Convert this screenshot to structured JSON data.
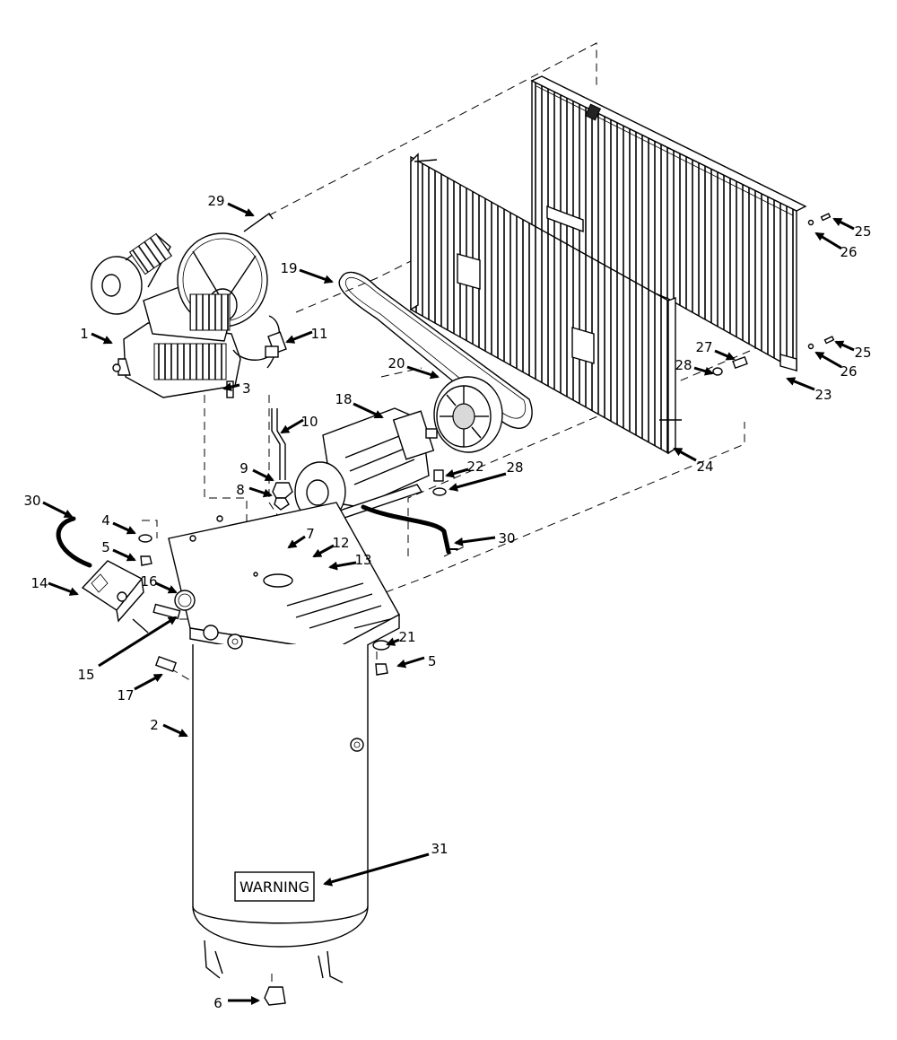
{
  "diagram": {
    "warning_label": "WARNING",
    "callouts": [
      "1",
      "2",
      "3",
      "4",
      "5",
      "5",
      "6",
      "7",
      "8",
      "9",
      "10",
      "11",
      "12",
      "13",
      "14",
      "15",
      "16",
      "17",
      "18",
      "19",
      "20",
      "21",
      "22",
      "23",
      "24",
      "25",
      "25",
      "26",
      "26",
      "27",
      "28",
      "28",
      "29",
      "30",
      "30",
      "31"
    ]
  }
}
